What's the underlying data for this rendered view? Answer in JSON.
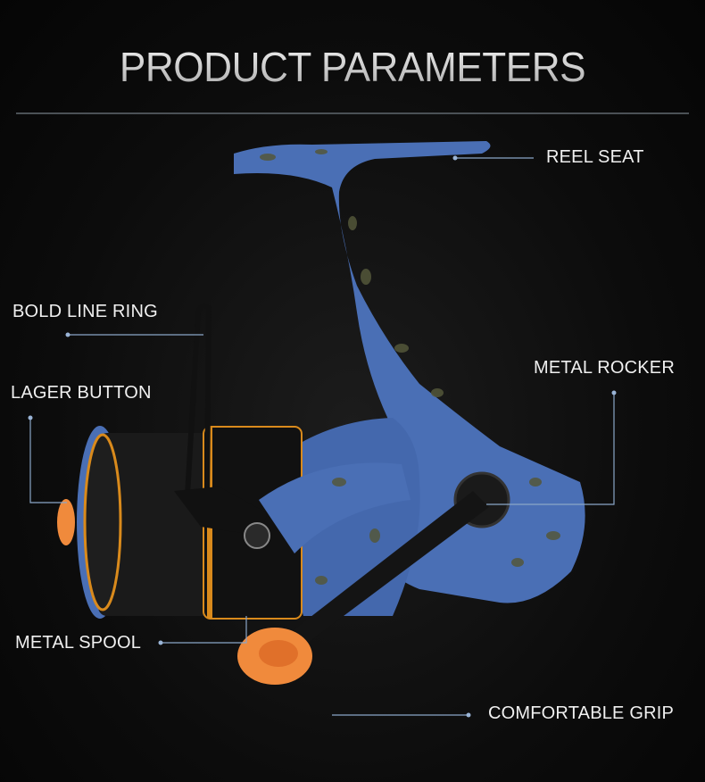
{
  "header": {
    "title": "PRODUCT PARAMETERS"
  },
  "callouts": [
    {
      "id": "reel-seat",
      "label": "REEL SEAT"
    },
    {
      "id": "bold-line-ring",
      "label": "BOLD LINE RING"
    },
    {
      "id": "lager-button",
      "label": "LAGER BUTTON"
    },
    {
      "id": "metal-rocker",
      "label": "METAL ROCKER"
    },
    {
      "id": "metal-spool",
      "label": "METAL SPOOL"
    },
    {
      "id": "comfortable-grip",
      "label": "COMFORTABLE GRIP"
    }
  ],
  "colors": {
    "background": "#0c0c0c",
    "reel_body": "#4a6fb5",
    "camo_spots": "#5a5a3a",
    "accent_orange": "#f08a3c",
    "spool_gold": "#d98a1c",
    "leader_line": "#8aa6c8"
  }
}
